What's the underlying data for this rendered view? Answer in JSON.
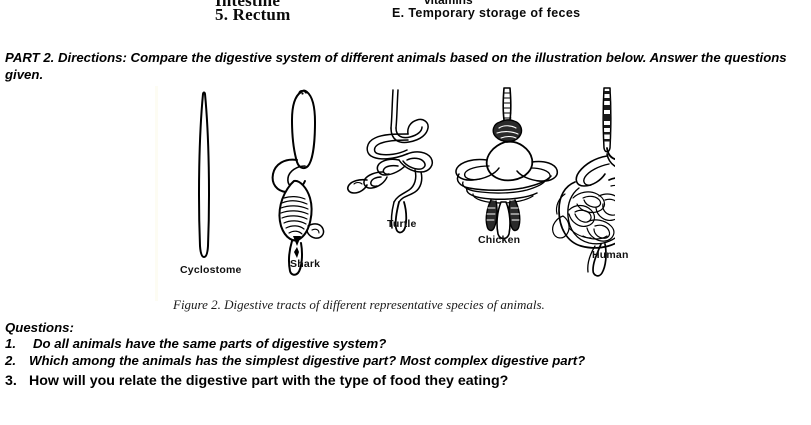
{
  "top_fragment": {
    "left_item_cut": "Intestine",
    "right_item_cut": "vitamins",
    "left_item": "5. Rectum",
    "right_item": "E.  Temporary storage of feces"
  },
  "directions": {
    "text": "PART 2.  Directions: Compare the digestive system of different animals based on the illustration below.  Answer the questions given."
  },
  "figure": {
    "caption": "Figure 2. Digestive tracts of different representative species of animals.",
    "labels": {
      "cyclostome": "Cyclostome",
      "shark": "Shark",
      "turtle": "Turtle",
      "chicken": "Chicken",
      "human": "Human"
    }
  },
  "questions": {
    "heading": "Questions:",
    "items": [
      {
        "number": "1.",
        "text": "Do all animals have the same parts of digestive system?"
      },
      {
        "number": "2.",
        "text": "Which among the animals has the simplest digestive part?  Most complex digestive part?"
      },
      {
        "number": "3.",
        "text": "How will you relate the digestive part with the type of food they eating?"
      }
    ]
  },
  "colors": {
    "ink": "#000000",
    "page": "#ffffff",
    "caption_ink": "#1a1a1a"
  }
}
